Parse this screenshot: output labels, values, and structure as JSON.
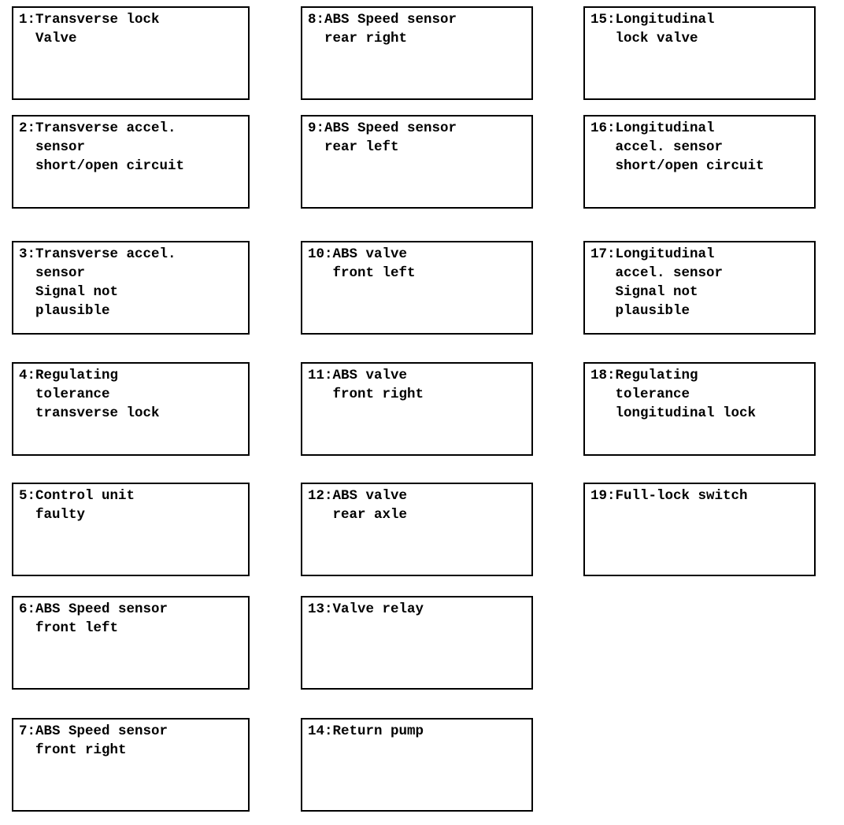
{
  "document": {
    "kind": "fault-code-box-diagram",
    "box_count": 19,
    "columns": 3,
    "rows": 7,
    "text_color": "#000000",
    "background_color": "#ffffff",
    "border_color": "#000000"
  },
  "boxes": [
    {
      "id": 1,
      "number_label": "1:",
      "column": 1,
      "row": 1,
      "lines": [
        "1:Transverse lock",
        "  Valve"
      ],
      "text": "1:Transverse lock\n  Valve"
    },
    {
      "id": 2,
      "number_label": "2:",
      "column": 1,
      "row": 2,
      "lines": [
        "2:Transverse accel.",
        "  sensor",
        "  short/open circuit"
      ],
      "text": "2:Transverse accel.\n  sensor\n  short/open circuit"
    },
    {
      "id": 3,
      "number_label": "3:",
      "column": 1,
      "row": 3,
      "lines": [
        "3:Transverse accel.",
        "  sensor",
        "  Signal not",
        "  plausible"
      ],
      "text": "3:Transverse accel.\n  sensor\n  Signal not\n  plausible"
    },
    {
      "id": 4,
      "number_label": "4:",
      "column": 1,
      "row": 4,
      "lines": [
        "4:Regulating",
        "  tolerance",
        "  transverse lock"
      ],
      "text": "4:Regulating\n  tolerance\n  transverse lock"
    },
    {
      "id": 5,
      "number_label": "5:",
      "column": 1,
      "row": 5,
      "lines": [
        "5:Control unit",
        "  faulty"
      ],
      "text": "5:Control unit\n  faulty"
    },
    {
      "id": 6,
      "number_label": "6:",
      "column": 1,
      "row": 6,
      "lines": [
        "6:ABS Speed sensor",
        "  front left"
      ],
      "text": "6:ABS Speed sensor\n  front left"
    },
    {
      "id": 7,
      "number_label": "7:",
      "column": 1,
      "row": 7,
      "lines": [
        "7:ABS Speed sensor",
        "  front right"
      ],
      "text": "7:ABS Speed sensor\n  front right"
    },
    {
      "id": 8,
      "number_label": "8:",
      "column": 2,
      "row": 1,
      "lines": [
        "8:ABS Speed sensor",
        "  rear right"
      ],
      "text": "8:ABS Speed sensor\n  rear right"
    },
    {
      "id": 9,
      "number_label": "9:",
      "column": 2,
      "row": 2,
      "lines": [
        "9:ABS Speed sensor",
        "  rear left"
      ],
      "text": "9:ABS Speed sensor\n  rear left"
    },
    {
      "id": 10,
      "number_label": "10:",
      "column": 2,
      "row": 3,
      "lines": [
        "10:ABS valve",
        "   front left"
      ],
      "text": "10:ABS valve\n   front left"
    },
    {
      "id": 11,
      "number_label": "11:",
      "column": 2,
      "row": 4,
      "lines": [
        "11:ABS valve",
        "   front right"
      ],
      "text": "11:ABS valve\n   front right"
    },
    {
      "id": 12,
      "number_label": "12:",
      "column": 2,
      "row": 5,
      "lines": [
        "12:ABS valve",
        "   rear axle"
      ],
      "text": "12:ABS valve\n   rear axle"
    },
    {
      "id": 13,
      "number_label": "13:",
      "column": 2,
      "row": 6,
      "lines": [
        "13:Valve relay"
      ],
      "text": "13:Valve relay"
    },
    {
      "id": 14,
      "number_label": "14:",
      "column": 2,
      "row": 7,
      "lines": [
        "14:Return pump"
      ],
      "text": "14:Return pump"
    },
    {
      "id": 15,
      "number_label": "15:",
      "column": 3,
      "row": 1,
      "lines": [
        "15:Longitudinal",
        "   lock valve"
      ],
      "text": "15:Longitudinal\n   lock valve"
    },
    {
      "id": 16,
      "number_label": "16:",
      "column": 3,
      "row": 2,
      "lines": [
        "16:Longitudinal",
        "   accel. sensor",
        "   short/open circuit"
      ],
      "text": "16:Longitudinal\n   accel. sensor\n   short/open circuit"
    },
    {
      "id": 17,
      "number_label": "17:",
      "column": 3,
      "row": 3,
      "lines": [
        "17:Longitudinal",
        "   accel. sensor",
        "   Signal not",
        "   plausible"
      ],
      "text": "17:Longitudinal\n   accel. sensor\n   Signal not\n   plausible"
    },
    {
      "id": 18,
      "number_label": "18:",
      "column": 3,
      "row": 4,
      "lines": [
        "18:Regulating",
        "   tolerance",
        "   longitudinal lock"
      ],
      "text": "18:Regulating\n   tolerance\n   longitudinal lock"
    },
    {
      "id": 19,
      "number_label": "19:",
      "column": 3,
      "row": 5,
      "lines": [
        "19:Full-lock switch"
      ],
      "text": "19:Full-lock switch"
    }
  ]
}
